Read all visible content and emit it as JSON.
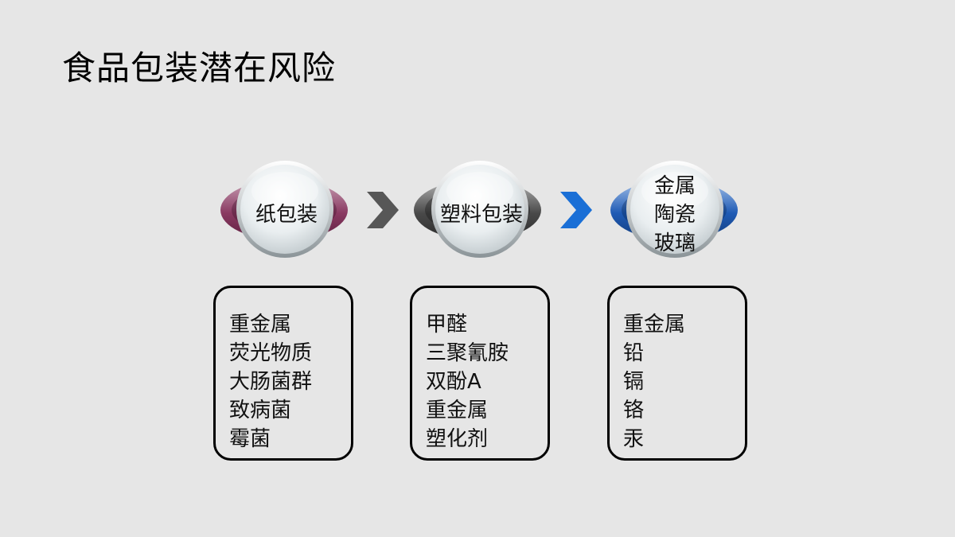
{
  "title": "食品包装潜在风险",
  "categories": [
    {
      "label_lines": [
        "纸包装"
      ],
      "accent": "#8a3a62",
      "items": [
        "重金属",
        "荧光物质",
        "大肠菌群",
        "致病菌",
        "霉菌"
      ]
    },
    {
      "label_lines": [
        "塑料包装"
      ],
      "accent": "#4a4a4a",
      "items": [
        "甲醛",
        "三聚氰胺",
        "双酚A",
        "重金属",
        "塑化剂"
      ]
    },
    {
      "label_lines": [
        "金属",
        "陶瓷",
        "玻璃"
      ],
      "accent": "#1f5bb5",
      "items": [
        "重金属",
        "铅",
        "镉",
        "铬",
        "汞"
      ]
    }
  ],
  "arrows": [
    {
      "icon": "chevron-right-icon",
      "color": "#575757"
    },
    {
      "icon": "chevron-right-icon",
      "color": "#1a6fd6"
    }
  ]
}
